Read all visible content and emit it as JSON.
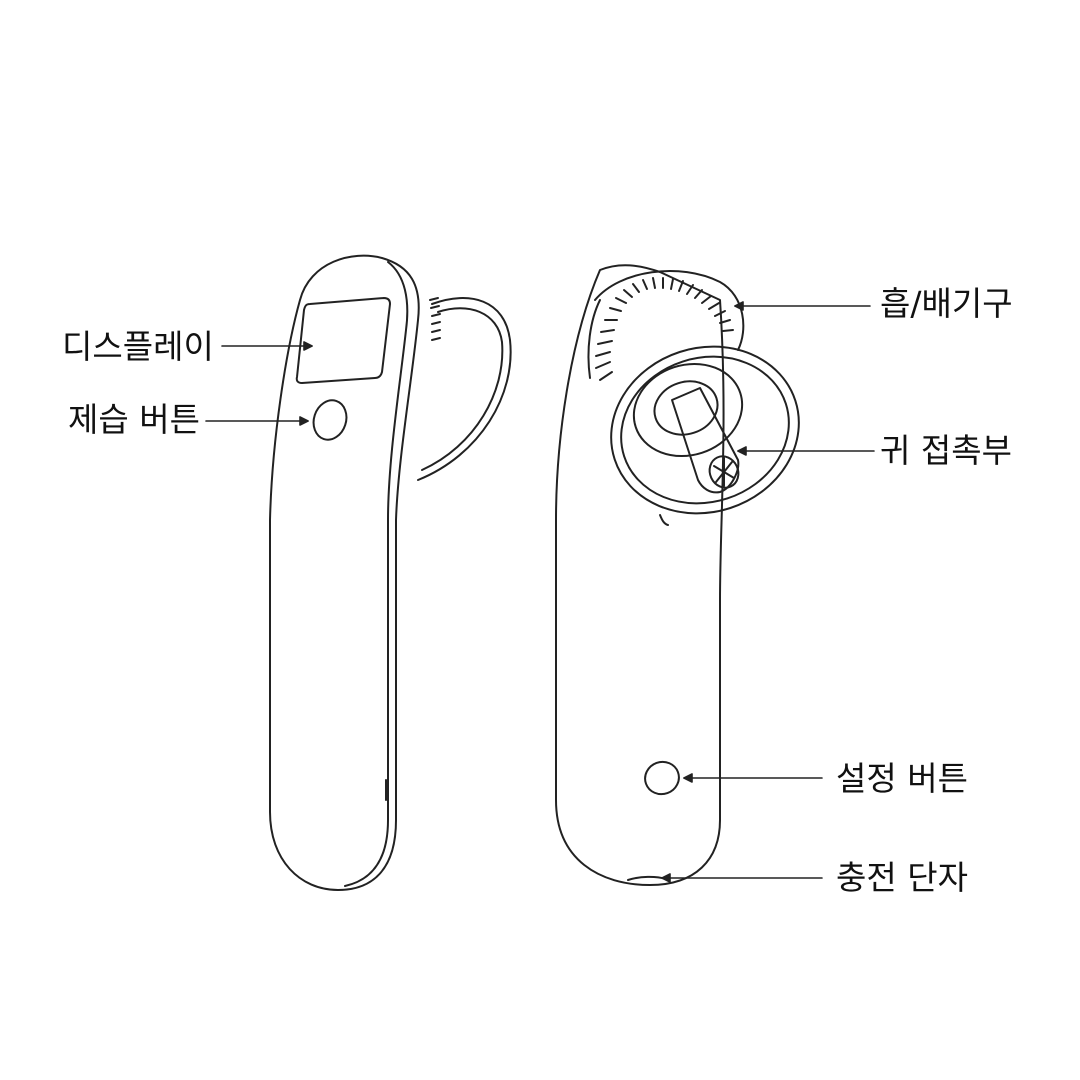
{
  "labels": {
    "display": "디스플레이",
    "dehumidify_button": "제습 버튼",
    "vent": "흡/배기구",
    "ear_contact": "귀 접촉부",
    "setting_button": "설정 버튼",
    "charging_port": "충전 단자"
  },
  "colors": {
    "stroke": "#222222",
    "background": "#ffffff",
    "text": "#111111"
  }
}
